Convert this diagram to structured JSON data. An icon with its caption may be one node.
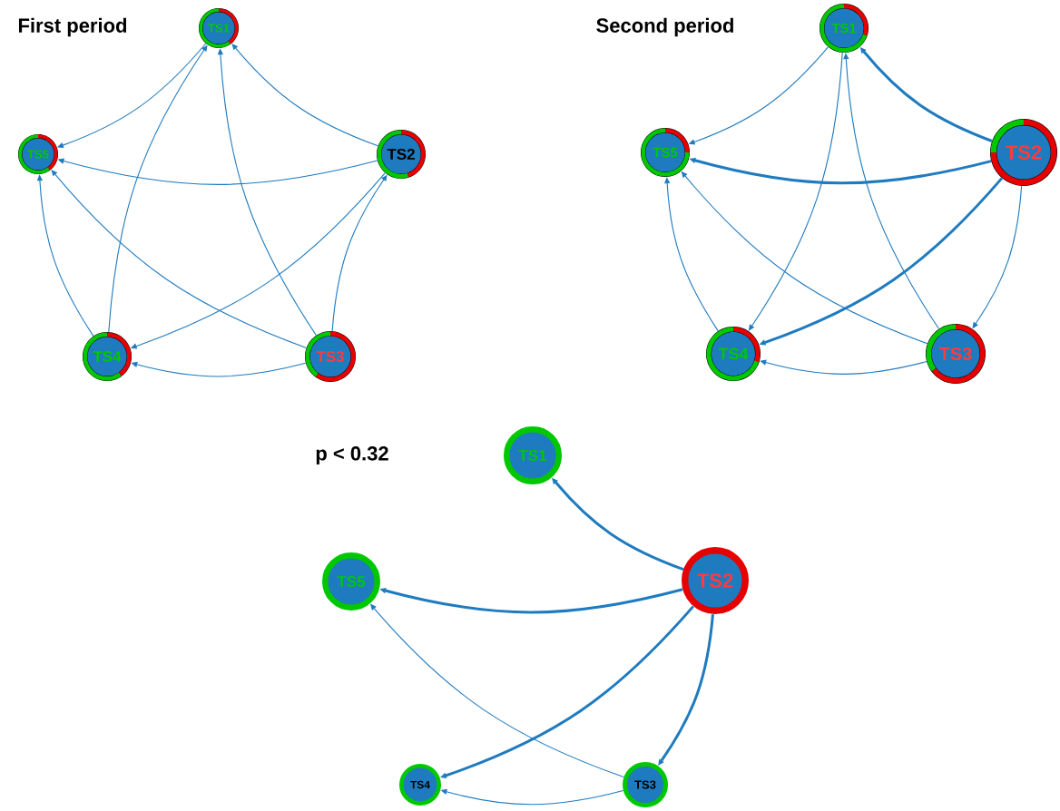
{
  "diagram": {
    "nodes": [
      {
        "text": [
          "TS1"
        ]
      },
      {
        "text": [
          "TS5"
        ]
      },
      {
        "text": [
          "TS2"
        ]
      },
      {
        "text": [
          "TS4"
        ]
      },
      {
        "text": [
          "TS3"
        ]
      },
      {
        "text": [
          "TS1"
        ]
      },
      {
        "text": [
          "TS5"
        ]
      },
      {
        "text": [
          "TS2"
        ]
      },
      {
        "text": [
          "TS4"
        ]
      },
      {
        "text": [
          "TS3"
        ]
      },
      {
        "text": [
          "TS1"
        ]
      },
      {
        "text": [
          "TS5"
        ]
      },
      {
        "text": [
          "TS2"
        ]
      },
      {
        "text": [
          "TS4"
        ]
      },
      {
        "text": [
          "TS3"
        ]
      }
    ],
    "edges": [
      {
        "from": 0,
        "to": 1,
        "arrow": "to"
      },
      {
        "from": 2,
        "to": 0,
        "arrow": "to"
      },
      {
        "from": 2,
        "to": 1,
        "arrow": "to"
      },
      {
        "from": 2,
        "to": 3,
        "arrow": "to"
      },
      {
        "from": 4,
        "to": 2,
        "arrow": "to"
      },
      {
        "from": 4,
        "to": 1,
        "arrow": "to"
      },
      {
        "from": 4,
        "to": 0,
        "arrow": "to"
      },
      {
        "from": 4,
        "to": 3,
        "arrow": "to"
      },
      {
        "from": 3,
        "to": 1,
        "arrow": "to"
      },
      {
        "from": 3,
        "to": 0,
        "arrow": "to"
      },
      {
        "from": 5,
        "to": 6,
        "arrow": "to"
      },
      {
        "from": 5,
        "to": 8,
        "arrow": "to"
      },
      {
        "from": 7,
        "to": 5,
        "arrow": "to",
        "style": "thick"
      },
      {
        "from": 7,
        "to": 6,
        "arrow": "to",
        "style": "thick"
      },
      {
        "from": 7,
        "to": 8,
        "arrow": "to",
        "style": "thick"
      },
      {
        "from": 7,
        "to": 9,
        "arrow": "to"
      },
      {
        "from": 9,
        "to": 5,
        "arrow": "to"
      },
      {
        "from": 9,
        "to": 6,
        "arrow": "to"
      },
      {
        "from": 9,
        "to": 8,
        "arrow": "to"
      },
      {
        "from": 8,
        "to": 6,
        "arrow": "to"
      },
      {
        "from": 12,
        "to": 10,
        "arrow": "to",
        "style": "thick"
      },
      {
        "from": 12,
        "to": 11,
        "arrow": "to",
        "style": "thick"
      },
      {
        "from": 12,
        "to": 13,
        "arrow": "to",
        "style": "thick"
      },
      {
        "from": 12,
        "to": 14,
        "arrow": "to",
        "style": "thick"
      },
      {
        "from": 14,
        "to": 11,
        "arrow": "to"
      },
      {
        "from": 14,
        "to": 13,
        "arrow": "to"
      }
    ],
    "labels": [
      "First period",
      "Second period",
      "p < 0.32"
    ]
  }
}
